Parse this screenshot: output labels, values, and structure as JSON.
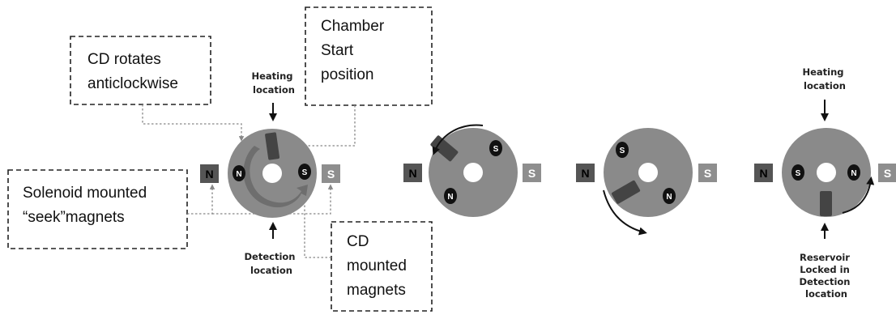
{
  "callouts": {
    "rotation": [
      "CD rotates",
      "anticlockwise"
    ],
    "chamber": [
      "Chamber",
      "Start",
      "position"
    ],
    "solenoid": [
      "Solenoid mounted",
      "“seek”magnets"
    ],
    "cd_magnets": [
      "CD",
      "mounted",
      "magnets"
    ]
  },
  "locations": {
    "heating": [
      "Heating",
      "location"
    ],
    "detection": [
      "Detection",
      "location"
    ],
    "reservoir_locked": [
      "Reservoir",
      "Locked in",
      "Detection",
      "location"
    ]
  },
  "magnet_labels": {
    "north": "N",
    "south": "S"
  },
  "icons": {
    "heating_arrow": "arrow-down-icon",
    "detection_arrow": "arrow-up-icon",
    "rotation_arrow": "curved-arrow-icon"
  },
  "colors": {
    "disc": "#8a8a8a",
    "disc_hole": "#ffffff",
    "chamber": "#444444",
    "cd_magnet": "#111111",
    "solenoid_north": "#555555",
    "solenoid_south": "#8e8e8e",
    "leader_line": "#888888",
    "rotation_arrow": "#6e6e6e"
  }
}
